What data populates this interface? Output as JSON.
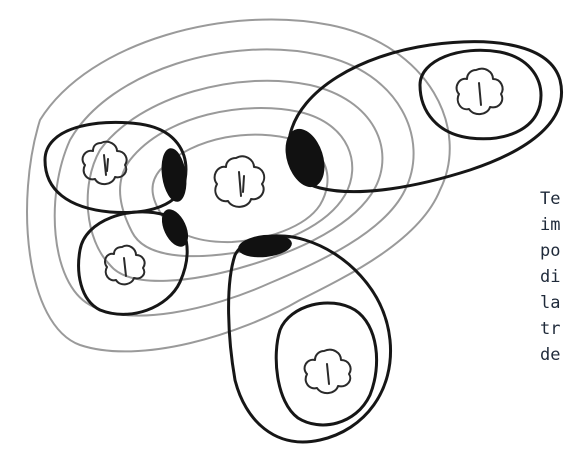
{
  "side_text": {
    "lines": [
      "Te",
      "im",
      "po",
      "di",
      "la",
      "tr",
      "de"
    ],
    "color": "#1f2a3a"
  },
  "diagram": {
    "pencil_color": "#9a9a9a",
    "ink_color": "#161616",
    "fill_color": "#111111"
  }
}
